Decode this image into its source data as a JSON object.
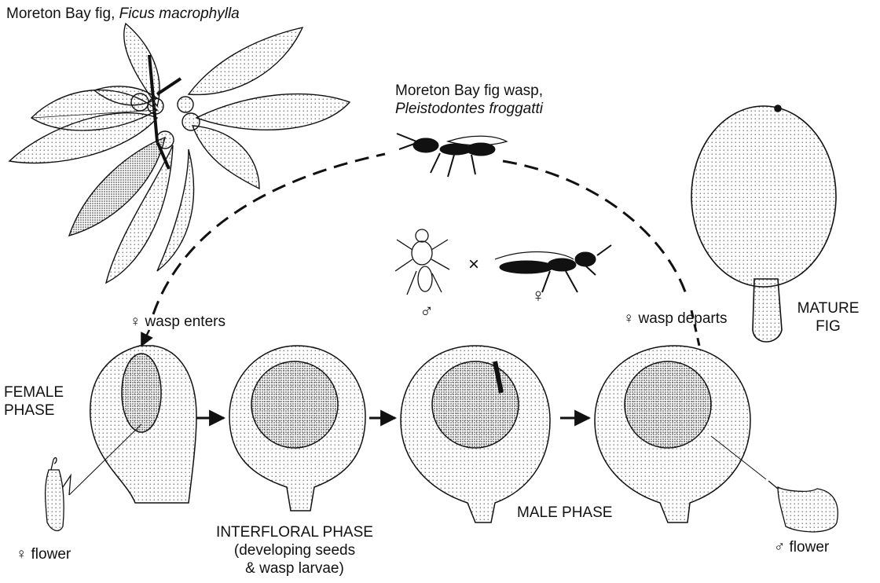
{
  "titles": {
    "fig_name": "Moreton Bay fig,",
    "fig_species": "Ficus macrophylla",
    "wasp_name": "Moreton Bay fig wasp,",
    "wasp_species": "Pleistodontes froggatti"
  },
  "labels": {
    "wasp_enters": "♀ wasp enters",
    "wasp_departs": "♀ wasp departs",
    "female_phase_1": "FEMALE",
    "female_phase_2": "PHASE",
    "interfloral_1": "INTERFLORAL PHASE",
    "interfloral_2": "(developing seeds",
    "interfloral_3": "& wasp larvae)",
    "male_phase": "MALE PHASE",
    "mature_1": "MATURE",
    "mature_2": "FIG",
    "female_flower": "♀ flower",
    "male_flower": "♂ flower",
    "cross_sign": "×",
    "male_symbol": "♂",
    "female_symbol": "♀"
  },
  "colors": {
    "ink": "#111111",
    "paper": "#ffffff",
    "stipple": "#e9e9e9",
    "leaf": "#d9d9d9"
  }
}
